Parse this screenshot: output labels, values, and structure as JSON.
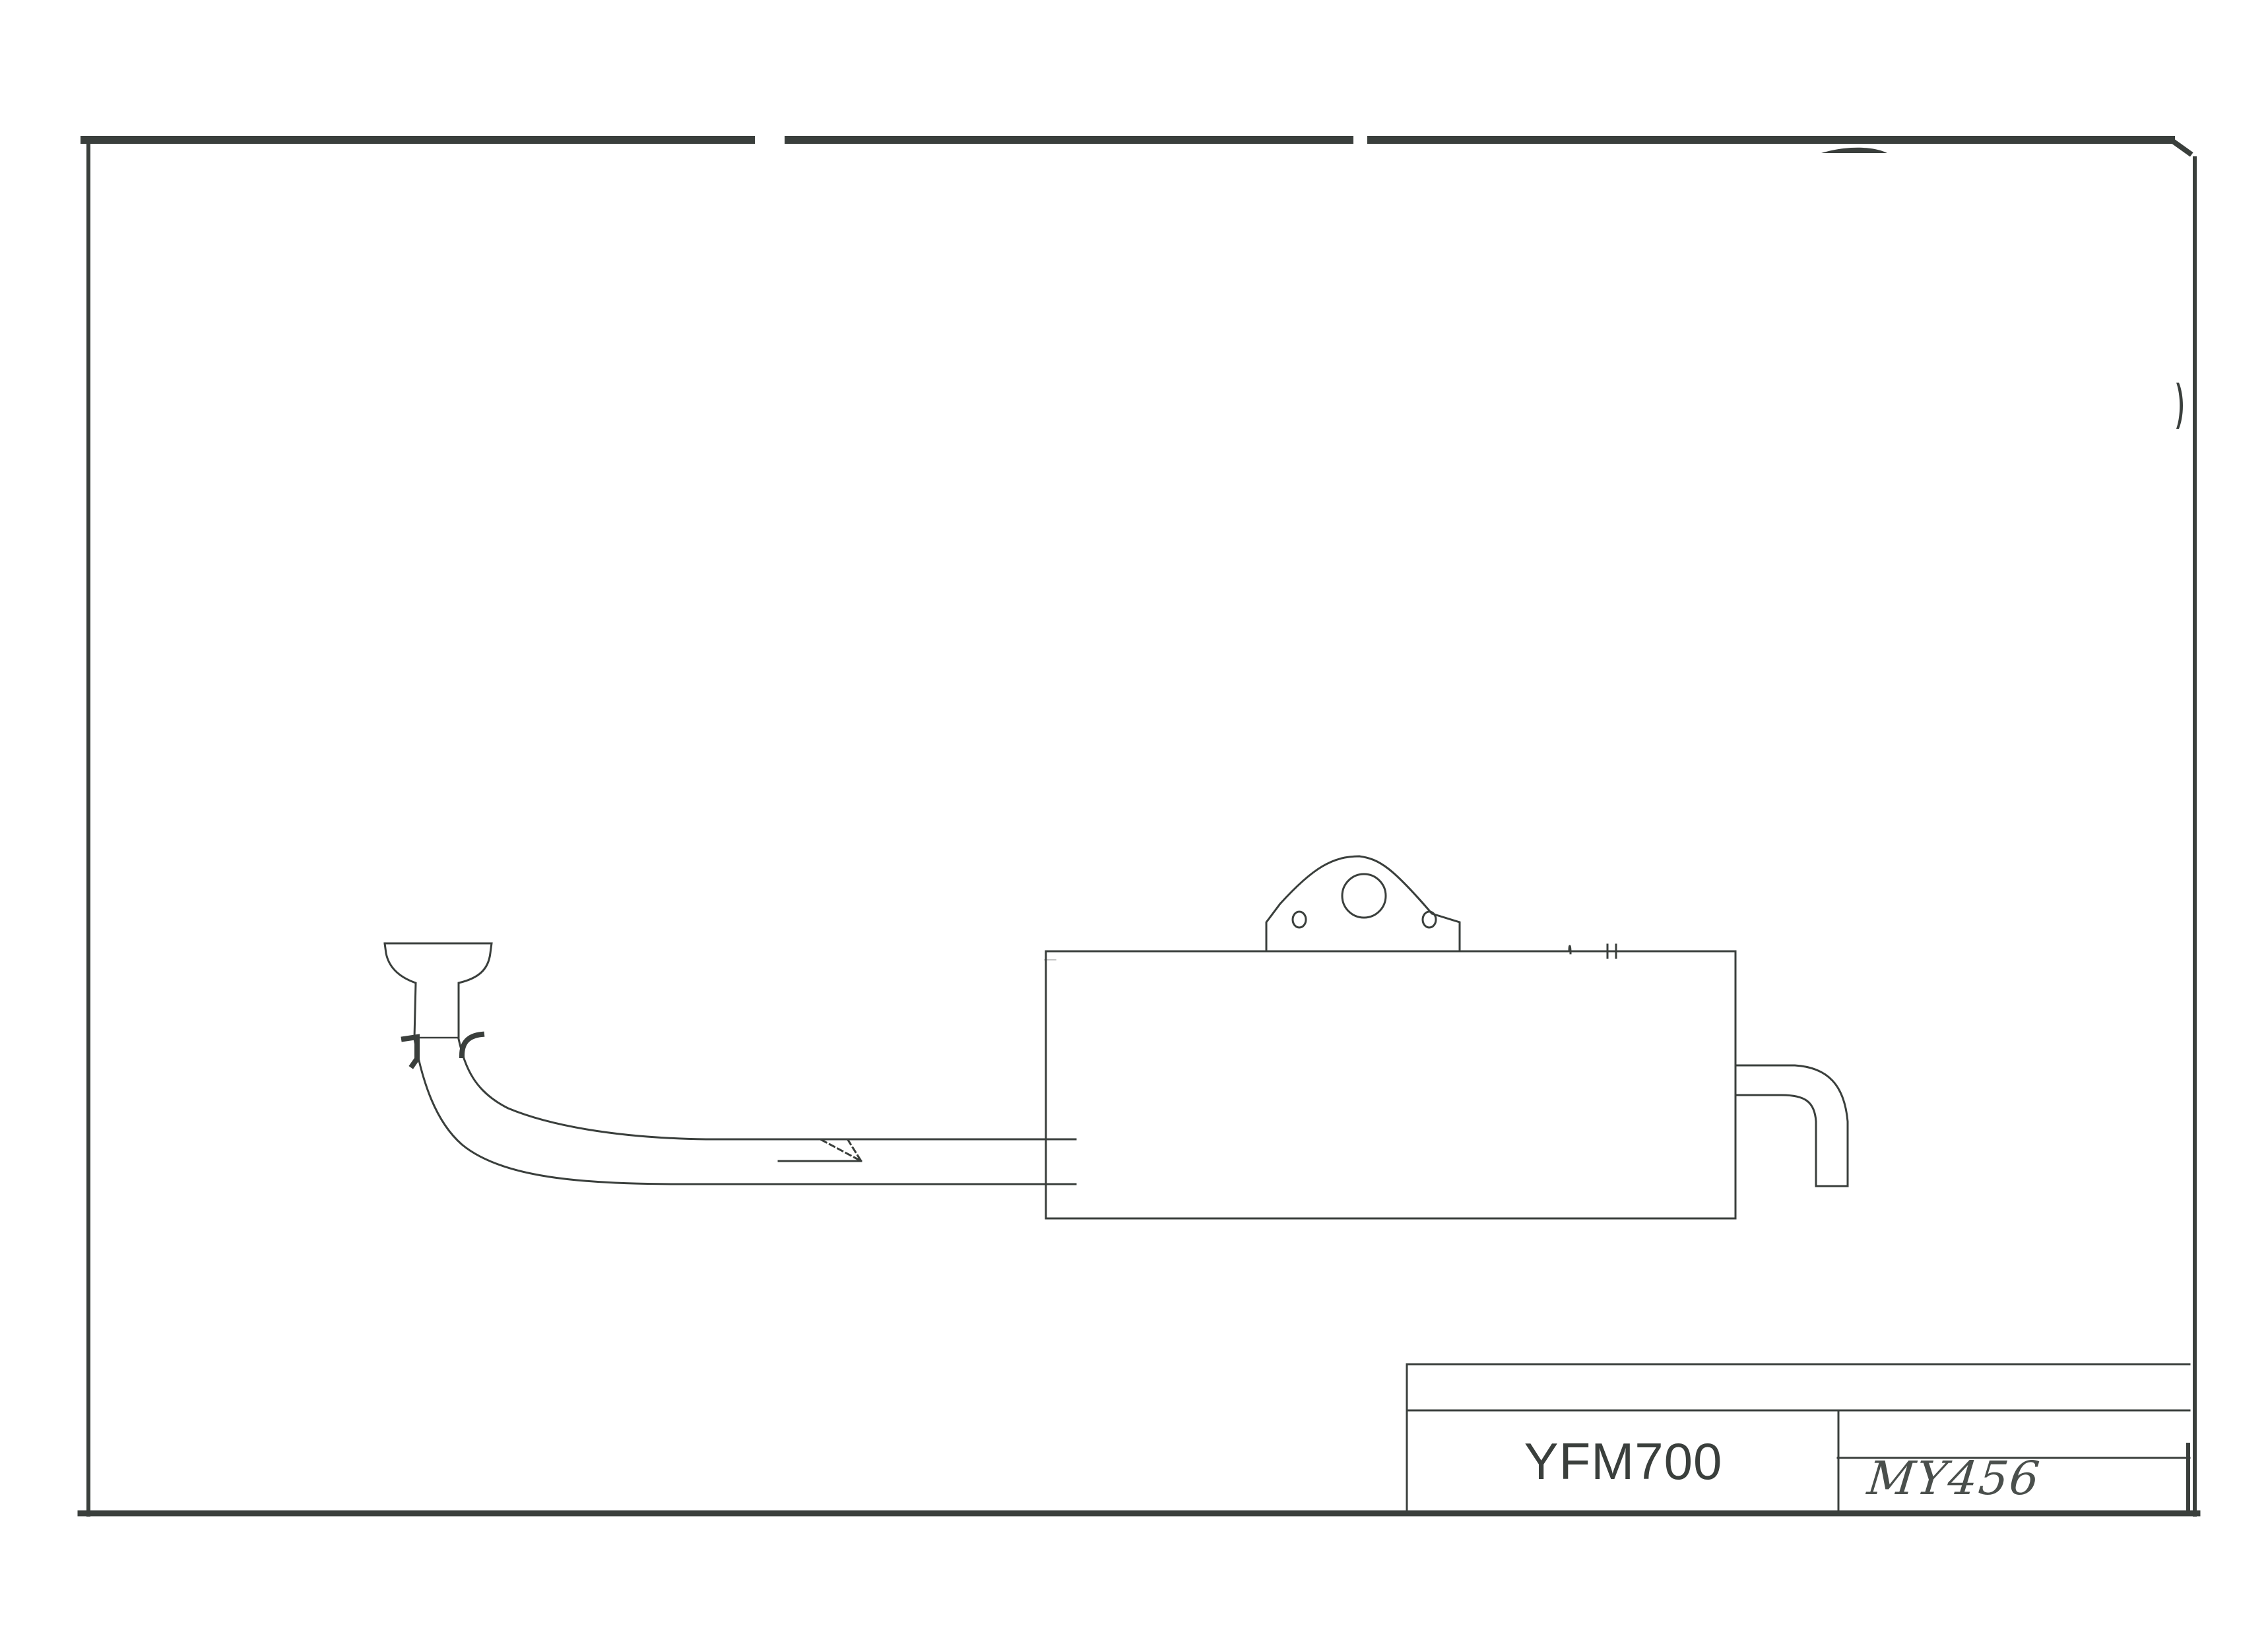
{
  "drawing": {
    "type": "technical-drawing",
    "subject": "exhaust system (header pipe + muffler)",
    "line_color": "#3a3f3c",
    "background": "#ffffff"
  },
  "title_block": {
    "model": "YFM700",
    "drawing_ref_handwritten": "MY456"
  },
  "components": [
    {
      "name": "header-flange",
      "label": ""
    },
    {
      "name": "header-pipe",
      "label": ""
    },
    {
      "name": "flow-arrow",
      "label": ""
    },
    {
      "name": "muffler-body",
      "label": ""
    },
    {
      "name": "mounting-bracket",
      "label": ""
    },
    {
      "name": "tailpipe-outlet",
      "label": ""
    }
  ]
}
